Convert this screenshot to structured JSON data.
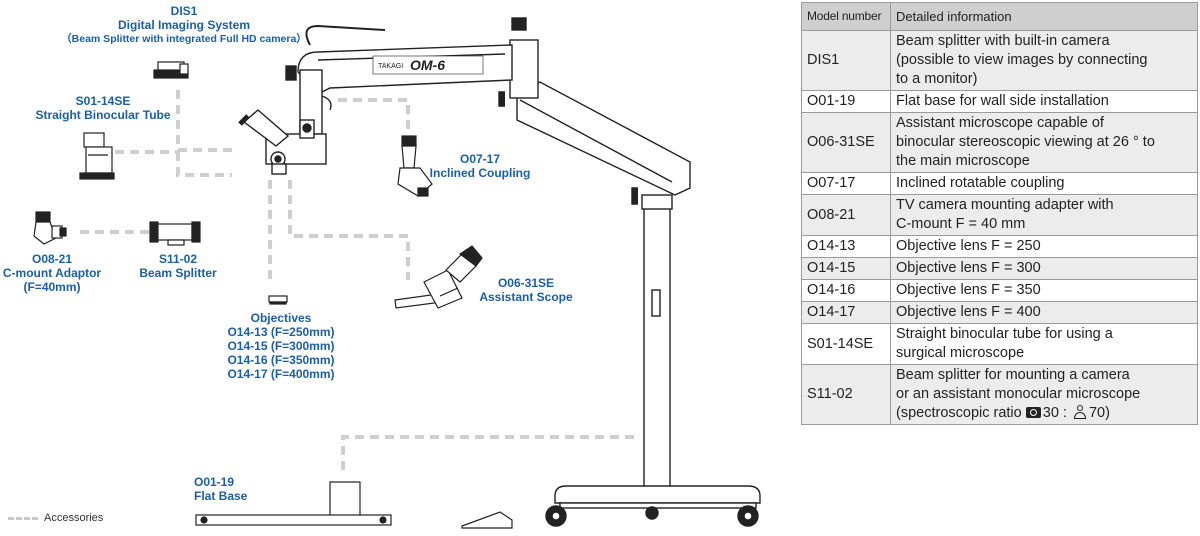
{
  "diagram": {
    "brand_mark": "TAKAGI",
    "model_mark": "OM-6",
    "legend_label": "Accessories",
    "labels": {
      "dis1": {
        "code": "DIS1",
        "name": "Digital Imaging System",
        "sub": "（Beam Splitter with integrated Full HD camera）"
      },
      "s01": {
        "code": "S01-14SE",
        "name": "Straight Binocular Tube"
      },
      "o08": {
        "code": "O08-21",
        "name": "C-mount Adaptor",
        "sub": "(F=40mm)"
      },
      "s11": {
        "code": "S11-02",
        "name": "Beam Splitter"
      },
      "o07": {
        "code": "O07-17",
        "name": "Inclined Coupling"
      },
      "o06": {
        "code": "O06-31SE",
        "name": "Assistant Scope"
      },
      "objectives": {
        "name": "Objectives",
        "items": [
          "O14-13 (F=250mm)",
          "O14-15 (F=300mm)",
          "O14-16 (F=350mm)",
          "O14-17 (F=400mm)"
        ]
      },
      "o01": {
        "code": "O01-19",
        "name": "Flat Base"
      }
    }
  },
  "table": {
    "headers": [
      "Model number",
      "Detailed information"
    ],
    "rows": [
      {
        "model": "DIS1",
        "lines": [
          "Beam splitter with built-in camera",
          "(possible to view images by connecting",
          "to a monitor)"
        ]
      },
      {
        "model": "O01-19",
        "lines": [
          "Flat base for wall side installation"
        ]
      },
      {
        "model": "O06-31SE",
        "lines": [
          "Assistant microscope capable of",
          "binocular stereoscopic viewing at 26 ° to",
          "the main microscope"
        ]
      },
      {
        "model": "O07-17",
        "lines": [
          "Inclined rotatable coupling"
        ]
      },
      {
        "model": "O08-21",
        "lines": [
          "TV camera mounting adapter with",
          "C-mount F = 40 mm"
        ]
      },
      {
        "model": "O14-13",
        "lines": [
          "Objective lens F = 250"
        ]
      },
      {
        "model": "O14-15",
        "lines": [
          "Objective lens F = 300"
        ]
      },
      {
        "model": "O14-16",
        "lines": [
          "Objective lens F = 350"
        ]
      },
      {
        "model": "O14-17",
        "lines": [
          "Objective lens F = 400"
        ]
      },
      {
        "model": "S01-14SE",
        "lines": [
          "Straight binocular tube for using a",
          "surgical microscope"
        ]
      },
      {
        "model": "S11-02",
        "lines": [
          "Beam splitter for mounting a camera",
          "or an assistant monocular microscope"
        ],
        "ratio": {
          "prefix": "(spectroscopic ratio",
          "camera_value": "30",
          "separator": ":",
          "observer_value": "70",
          "suffix": ")",
          "camera_icon": "camera-icon",
          "observer_icon": "observer-icon"
        }
      }
    ]
  }
}
